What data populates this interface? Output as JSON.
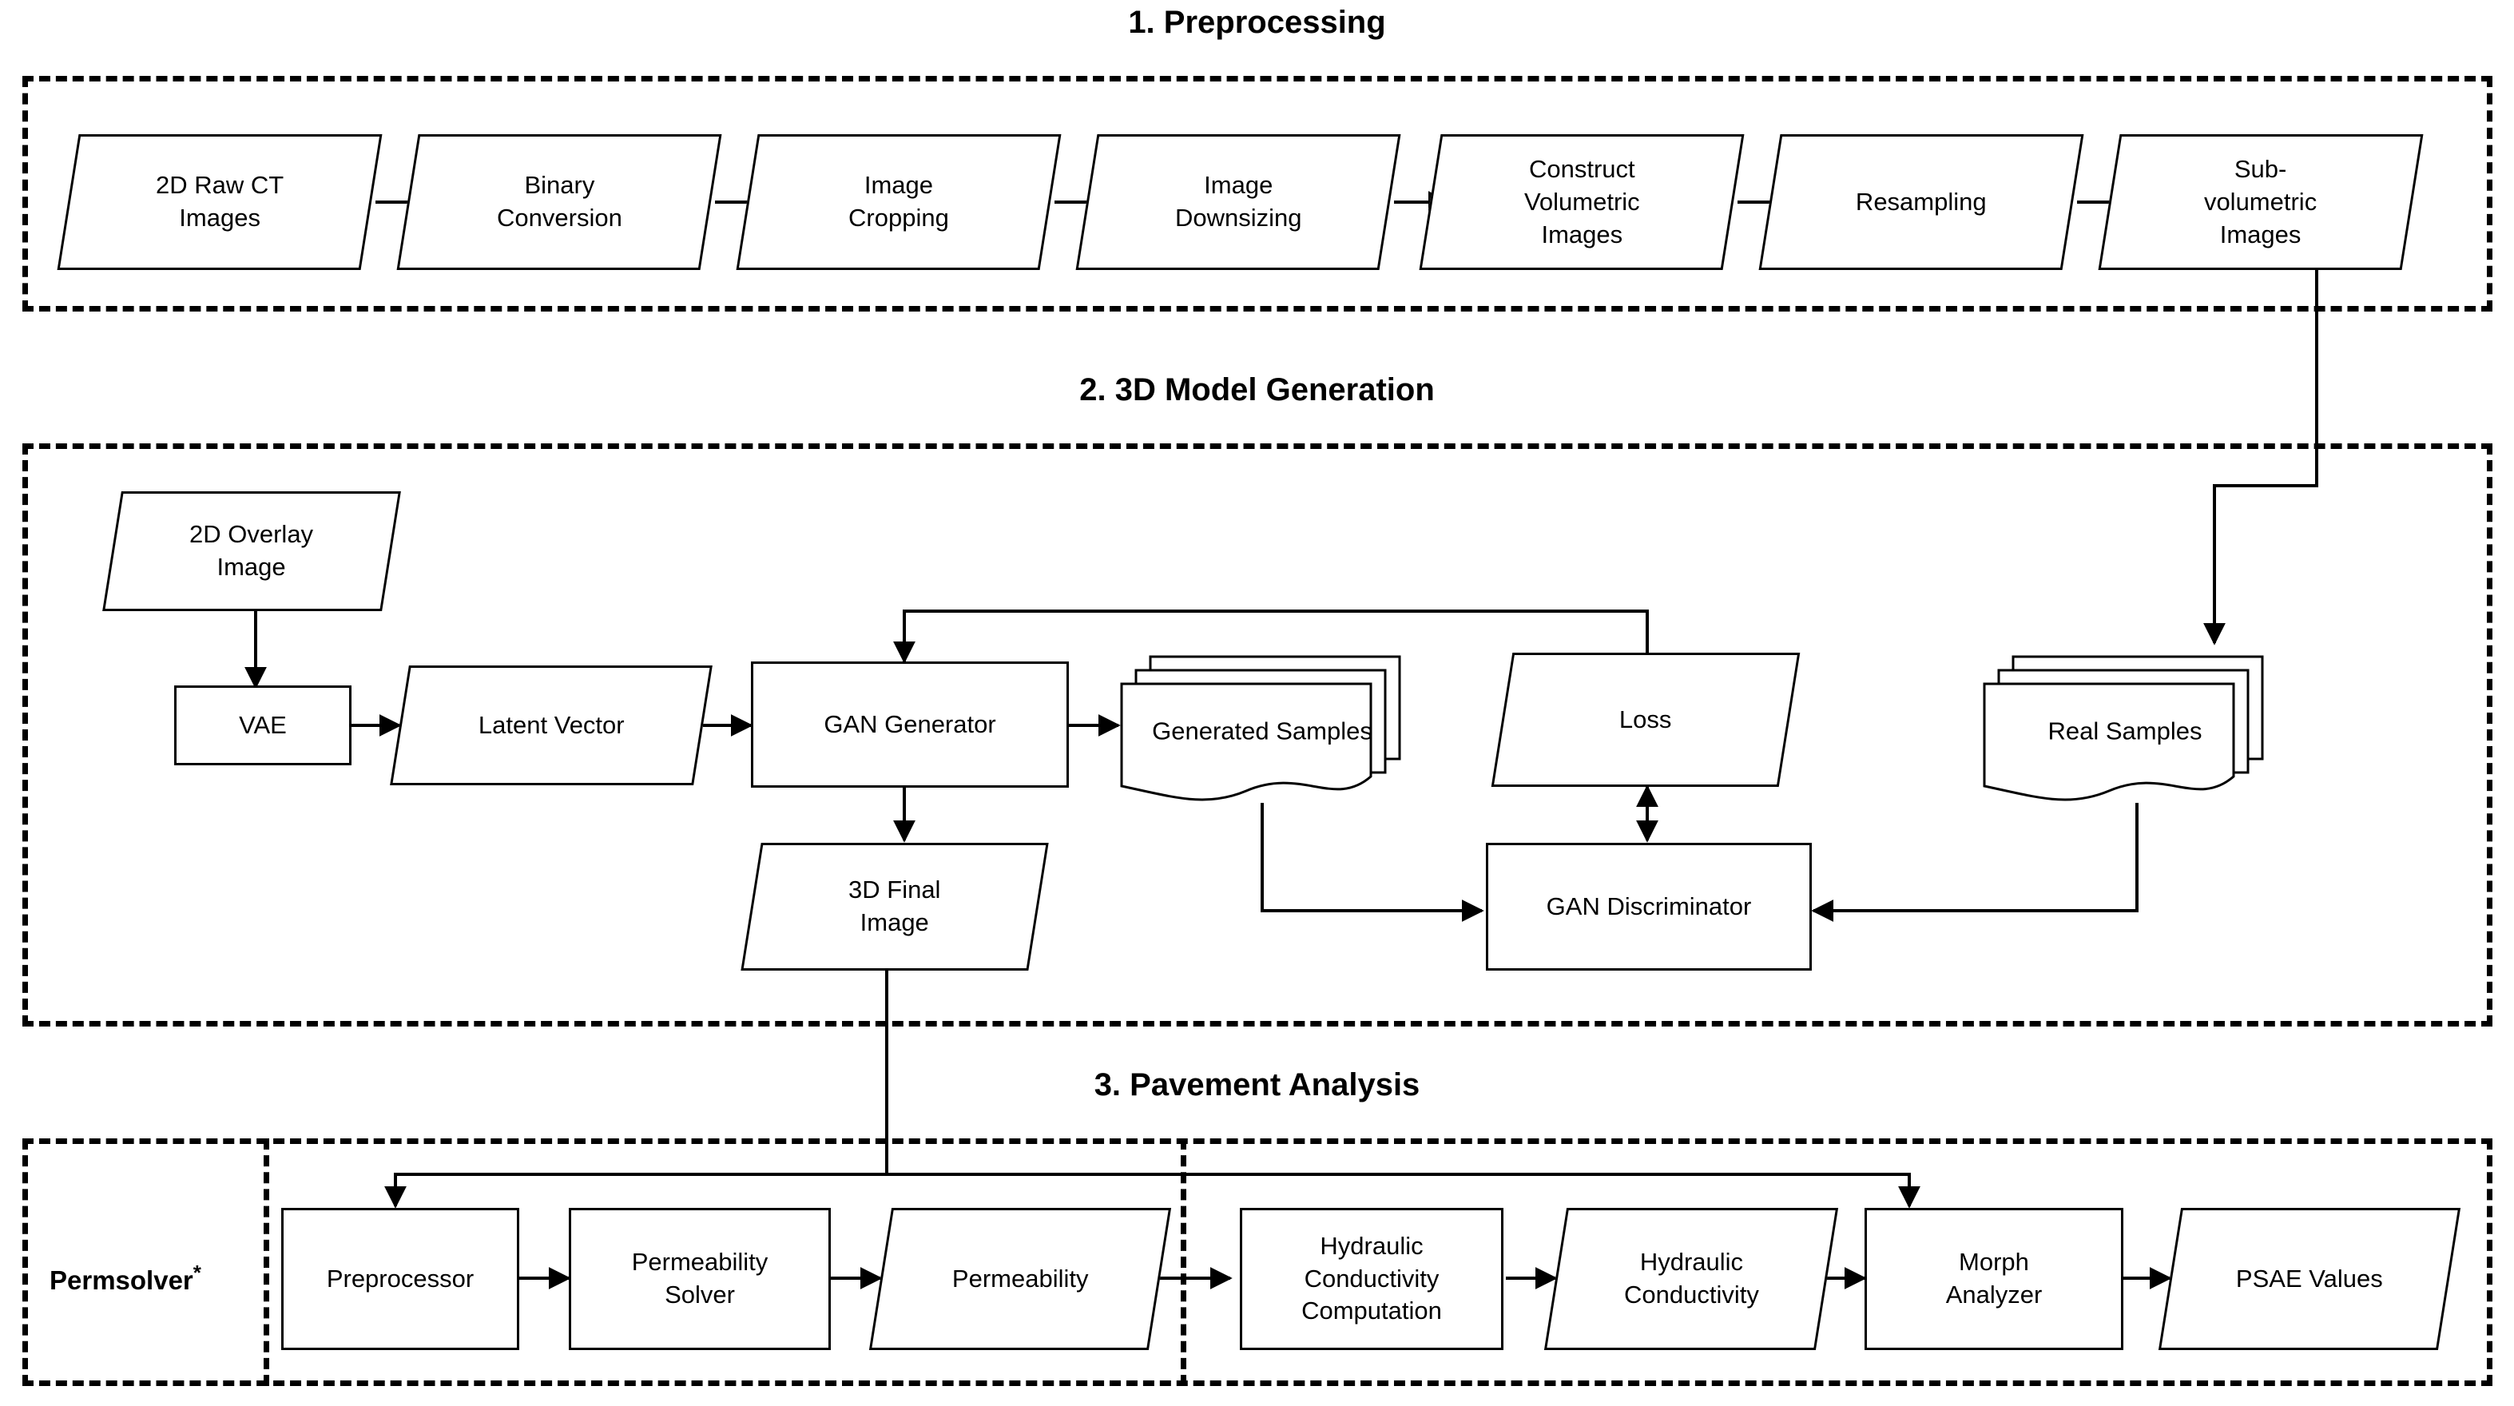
{
  "figure": {
    "kind": "pipeline-flowchart",
    "sections": [
      {
        "id": "preprocessing",
        "title": "1. Preprocessing",
        "nodes": [
          {
            "id": "raw-ct",
            "label": "2D Raw CT\nImages",
            "shape": "parallelogram"
          },
          {
            "id": "binary",
            "label": "Binary\nConversion",
            "shape": "parallelogram"
          },
          {
            "id": "crop",
            "label": "Image\nCropping",
            "shape": "parallelogram"
          },
          {
            "id": "downsize",
            "label": "Image\nDownsizing",
            "shape": "parallelogram"
          },
          {
            "id": "construct",
            "label": "Construct\nVolumetric\nImages",
            "shape": "parallelogram"
          },
          {
            "id": "resample",
            "label": "Resampling",
            "shape": "parallelogram"
          },
          {
            "id": "subvol",
            "label": "Sub-\nvolumetric\nImages",
            "shape": "parallelogram"
          }
        ]
      },
      {
        "id": "model-generation",
        "title": "2. 3D Model Generation",
        "nodes": [
          {
            "id": "overlay",
            "label": "2D Overlay\nImage",
            "shape": "parallelogram"
          },
          {
            "id": "vae",
            "label": "VAE",
            "shape": "rectangle"
          },
          {
            "id": "latent",
            "label": "Latent Vector",
            "shape": "parallelogram"
          },
          {
            "id": "gan-gen",
            "label": "GAN Generator",
            "shape": "rectangle"
          },
          {
            "id": "gen-samples",
            "label": "Generated\nSamples",
            "shape": "multi-document"
          },
          {
            "id": "loss",
            "label": "Loss",
            "shape": "parallelogram"
          },
          {
            "id": "real-samples",
            "label": "Real Samples",
            "shape": "multi-document"
          },
          {
            "id": "final-3d",
            "label": "3D Final\nImage",
            "shape": "parallelogram"
          },
          {
            "id": "gan-disc",
            "label": "GAN Discriminator",
            "shape": "rectangle"
          }
        ]
      },
      {
        "id": "pavement-analysis",
        "title": "3. Pavement Analysis",
        "group_label": "Permsolver",
        "group_label_superscript": "*",
        "nodes": [
          {
            "id": "preproc",
            "label": "Preprocessor",
            "shape": "rectangle"
          },
          {
            "id": "perm-solver",
            "label": "Permeability\nSolver",
            "shape": "rectangle"
          },
          {
            "id": "permeability",
            "label": "Permeability",
            "shape": "parallelogram"
          },
          {
            "id": "hc-comp",
            "label": "Hydraulic\nConductivity\nComputation",
            "shape": "rectangle"
          },
          {
            "id": "hyd-cond",
            "label": "Hydraulic\nConductivity",
            "shape": "parallelogram"
          },
          {
            "id": "morph",
            "label": "Morph\nAnalyzer",
            "shape": "rectangle"
          },
          {
            "id": "psae",
            "label": "PSAE Values",
            "shape": "parallelogram"
          }
        ]
      }
    ],
    "colors": {
      "stroke": "#000000",
      "fill": "#ffffff",
      "background": "#ffffff"
    }
  }
}
